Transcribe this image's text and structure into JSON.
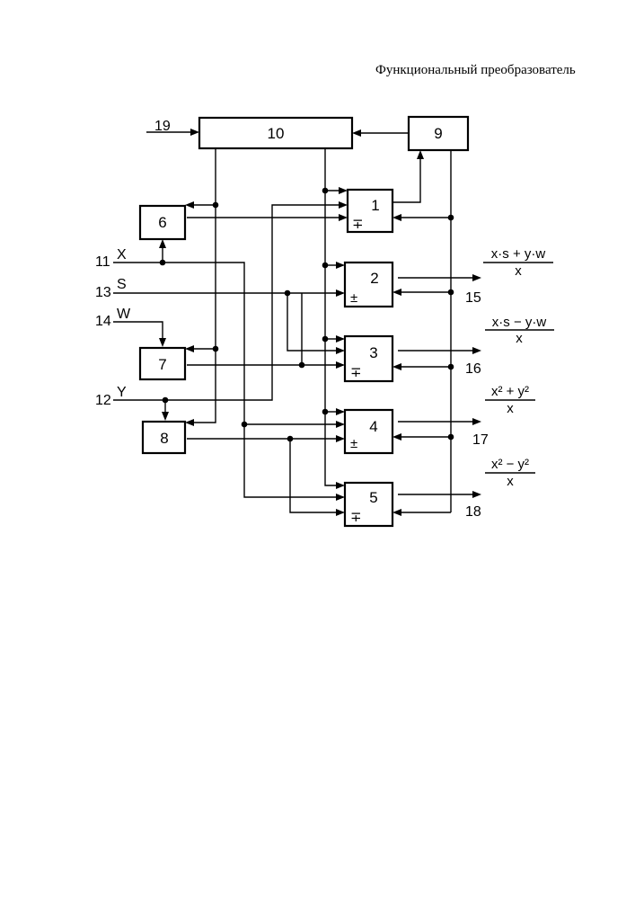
{
  "title": "Функциональный преобразователь",
  "blocks": [
    {
      "id": "1",
      "sign": "∓"
    },
    {
      "id": "2",
      "sign": "±"
    },
    {
      "id": "3",
      "sign": "∓"
    },
    {
      "id": "4",
      "sign": "±"
    },
    {
      "id": "5",
      "sign": "∓"
    },
    {
      "id": "6"
    },
    {
      "id": "7"
    },
    {
      "id": "8"
    },
    {
      "id": "9"
    },
    {
      "id": "10"
    }
  ],
  "inputs": [
    {
      "num": "11",
      "var": "X"
    },
    {
      "num": "13",
      "var": "S"
    },
    {
      "num": "14",
      "var": "W"
    },
    {
      "num": "12",
      "var": "Y"
    },
    {
      "num": "19",
      "var": ""
    }
  ],
  "outputs": [
    {
      "num": "15",
      "formula_num": "x·s + y·w",
      "formula_den": "x"
    },
    {
      "num": "16",
      "formula_num": "x·s − y·w",
      "formula_den": "x"
    },
    {
      "num": "17",
      "formula_num": "x² + y²",
      "formula_den": "x"
    },
    {
      "num": "18",
      "formula_num": "x² − y²",
      "formula_den": "x"
    }
  ]
}
